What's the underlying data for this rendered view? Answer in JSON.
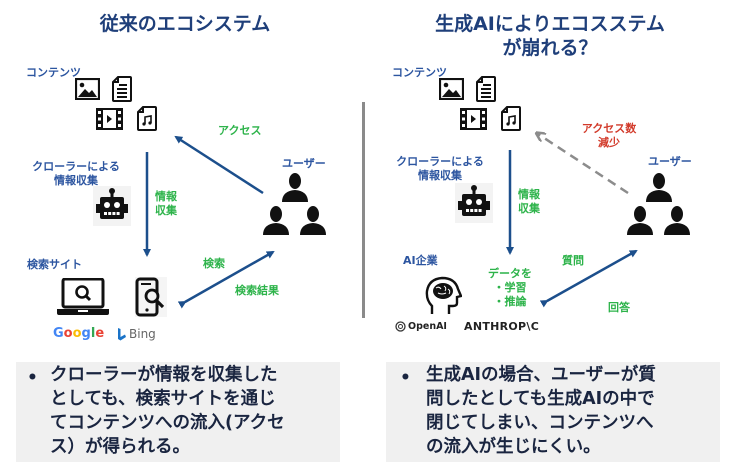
{
  "left": {
    "title": "従来のエコシステム",
    "contents_label": "コンテンツ",
    "crawler_label_line1": "クローラーによる",
    "crawler_label_line2": "情報収集",
    "collect_label_line1": "情報",
    "collect_label_line2": "収集",
    "access_label": "アクセス",
    "user_label": "ユーザー",
    "search_site_label": "検索サイト",
    "search_label": "検索",
    "search_result_label": "検索結果",
    "brands": [
      "Google",
      "Bing"
    ],
    "summary": {
      "bullet": "•",
      "lines": [
        "クローラーが情報を収集した",
        "としても、検索サイトを通じ",
        "てコンテンツへの流入(アクセ",
        "ス）が得られる。"
      ]
    }
  },
  "right": {
    "title_line1": "生成AIによりエコスステム",
    "title_line2": "が崩れる？",
    "contents_label": "コンテンツ",
    "crawler_label_line1": "クローラーによる",
    "crawler_label_line2": "情報収集",
    "collect_label_line1": "情報",
    "collect_label_line2": "収集",
    "access_reduced_line1": "アクセス数",
    "access_reduced_line2": "減少",
    "user_label": "ユーザー",
    "ai_company_label": "AI企業",
    "data_label_line1": "データを",
    "data_label_line2": "・学習",
    "data_label_line3": "・推論",
    "question_label": "質問",
    "answer_label": "回答",
    "brands": [
      "OpenAI",
      "ANTHROP\\C"
    ],
    "summary": {
      "bullet": "•",
      "lines": [
        "生成AIの場合、ユーザーが質",
        "問したとしても生成AIの中で",
        "閉じてしまい、コンテンツへ",
        "の流入が生じにくい。"
      ]
    }
  },
  "icons": {
    "image": "image-icon",
    "document": "document-icon",
    "video": "video-icon",
    "music": "music-file-icon",
    "robot": "robot-icon",
    "users": "users-group-icon",
    "laptop": "laptop-search-icon",
    "phone": "phone-search-icon",
    "brain": "ai-head-brain-icon"
  },
  "colors": {
    "title": "#1f3f7a",
    "label_blue": "#2c55a0",
    "label_green": "#2db34a",
    "label_red": "#d23a2a",
    "arrow": "#1c4f8c",
    "dashed_arrow": "#8c8c8c",
    "summary_bg": "#f0f0f0"
  }
}
